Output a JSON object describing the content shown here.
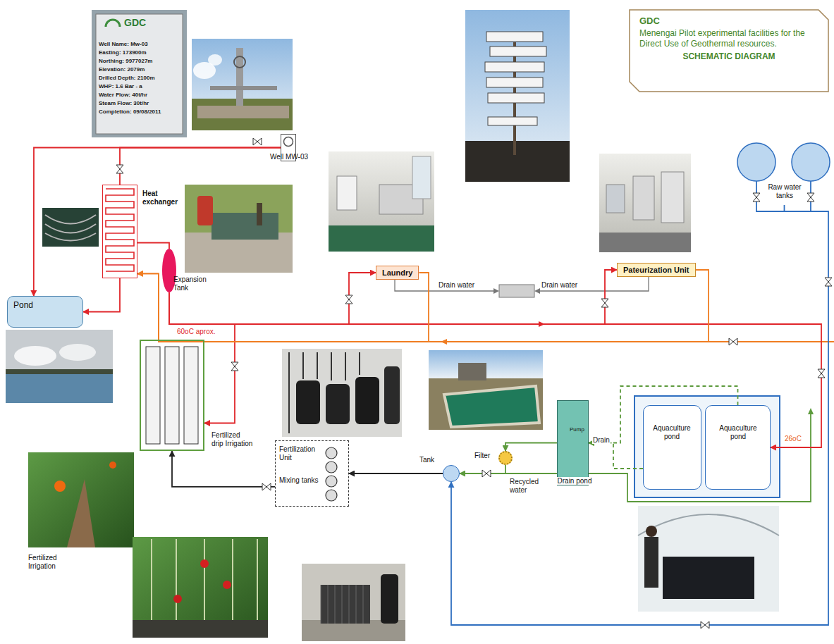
{
  "diagram": {
    "nodes": [
      {
        "text": [
          "GDC",
          "Menengai Pilot experimental facilities for the Direct Use of Geothermal resources.",
          "SCHEMATIC DIAGRAM"
        ]
      },
      {
        "text": [
          "Well MW-03"
        ]
      },
      {
        "text": [
          "Heat exchanger"
        ]
      },
      {
        "text": [
          "Expansion Tank"
        ]
      },
      {
        "text": [
          "Pond"
        ]
      },
      {
        "text": [
          "Laundry"
        ]
      },
      {
        "text": [
          "Pateurization Unit"
        ]
      },
      {
        "text": [
          "Raw water tanks"
        ]
      },
      {
        "text": [
          "Fertilized drip Irrigation"
        ]
      },
      {
        "text": [
          "Fertilization Unit",
          "Mixing tanks"
        ]
      },
      {
        "text": [
          "Tank"
        ]
      },
      {
        "text": [
          "Filter"
        ]
      },
      {
        "text": [
          "Pump",
          "Drain pond"
        ]
      },
      {
        "text": [
          "Aquaculture pond"
        ]
      },
      {
        "text": [
          "Aquaculture pond"
        ]
      }
    ],
    "edges": [
      {
        "from": 1,
        "to": 2,
        "arrow": "none"
      },
      {
        "from": 1,
        "to": 4,
        "arrow": "to"
      },
      {
        "from": 2,
        "to": 4,
        "arrow": "to"
      },
      {
        "from": 2,
        "to": 3,
        "arrow": "none"
      },
      {
        "from": 3,
        "to": 5,
        "label": "60oC aprox.",
        "arrow": "to"
      },
      {
        "from": 3,
        "to": 6,
        "arrow": "to"
      },
      {
        "from": 3,
        "to": 14,
        "label": "26oC",
        "arrow": "to"
      },
      {
        "from": 3,
        "to": 8,
        "arrow": "to"
      },
      {
        "from": 5,
        "to": 2,
        "arrow": "to"
      },
      {
        "from": 6,
        "to": 2,
        "arrow": "to"
      },
      {
        "from": 10,
        "to": 9,
        "arrow": "to"
      },
      {
        "from": 9,
        "to": 8,
        "arrow": "to"
      },
      {
        "from": 12,
        "to": 11,
        "arrow": "to"
      },
      {
        "from": 11,
        "to": 10,
        "label": "Recycled water",
        "arrow": "to"
      },
      {
        "from": 13,
        "to": 12,
        "label": "Drain",
        "arrow": "to"
      },
      {
        "from": 14,
        "to": 12,
        "arrow": "to"
      },
      {
        "from": 7,
        "to": 10,
        "arrow": "to"
      }
    ],
    "labels": [
      "GDC",
      "Well Name: Mw-03",
      "Easting: 173900m",
      "Northing: 9977027m",
      "Elevation: 2079m",
      "Drilled Depth: 2100m",
      "WHP: 1.6 Bar - a",
      "Water Flow: 40t/hr",
      "Steam Flow: 30t/hr",
      "Completion: 09/08/2011",
      "Drain water",
      "Drain water",
      "Fertilized Irrigation"
    ]
  }
}
